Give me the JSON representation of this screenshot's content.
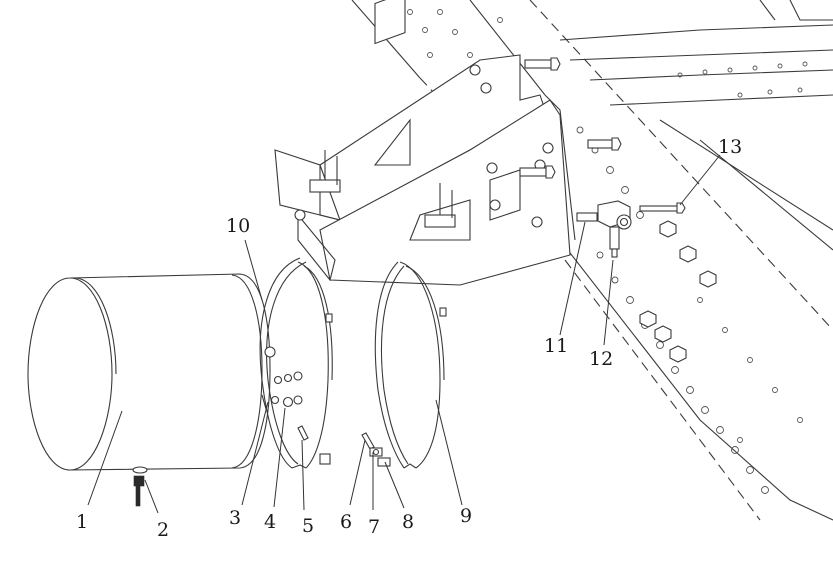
{
  "diagram": {
    "title": "Air reservoir tank mounting assembly (exploded view)",
    "callouts": [
      {
        "id": "1",
        "label": "1",
        "part": "air-tank"
      },
      {
        "id": "2",
        "label": "2",
        "part": "drain-valve"
      },
      {
        "id": "3",
        "label": "3",
        "part": "rubber-pad"
      },
      {
        "id": "4",
        "label": "4",
        "part": "nut"
      },
      {
        "id": "5",
        "label": "5",
        "part": "washer"
      },
      {
        "id": "6",
        "label": "6",
        "part": "bolt"
      },
      {
        "id": "7",
        "label": "7",
        "part": "nut"
      },
      {
        "id": "8",
        "label": "8",
        "part": "strap-bracket"
      },
      {
        "id": "9",
        "label": "9",
        "part": "rear-strap"
      },
      {
        "id": "10",
        "label": "10",
        "part": "front-strap"
      },
      {
        "id": "11",
        "label": "11",
        "part": "fitting-bolt"
      },
      {
        "id": "12",
        "label": "12",
        "part": "valve"
      },
      {
        "id": "13",
        "label": "13",
        "part": "mounting-bolt"
      }
    ]
  }
}
